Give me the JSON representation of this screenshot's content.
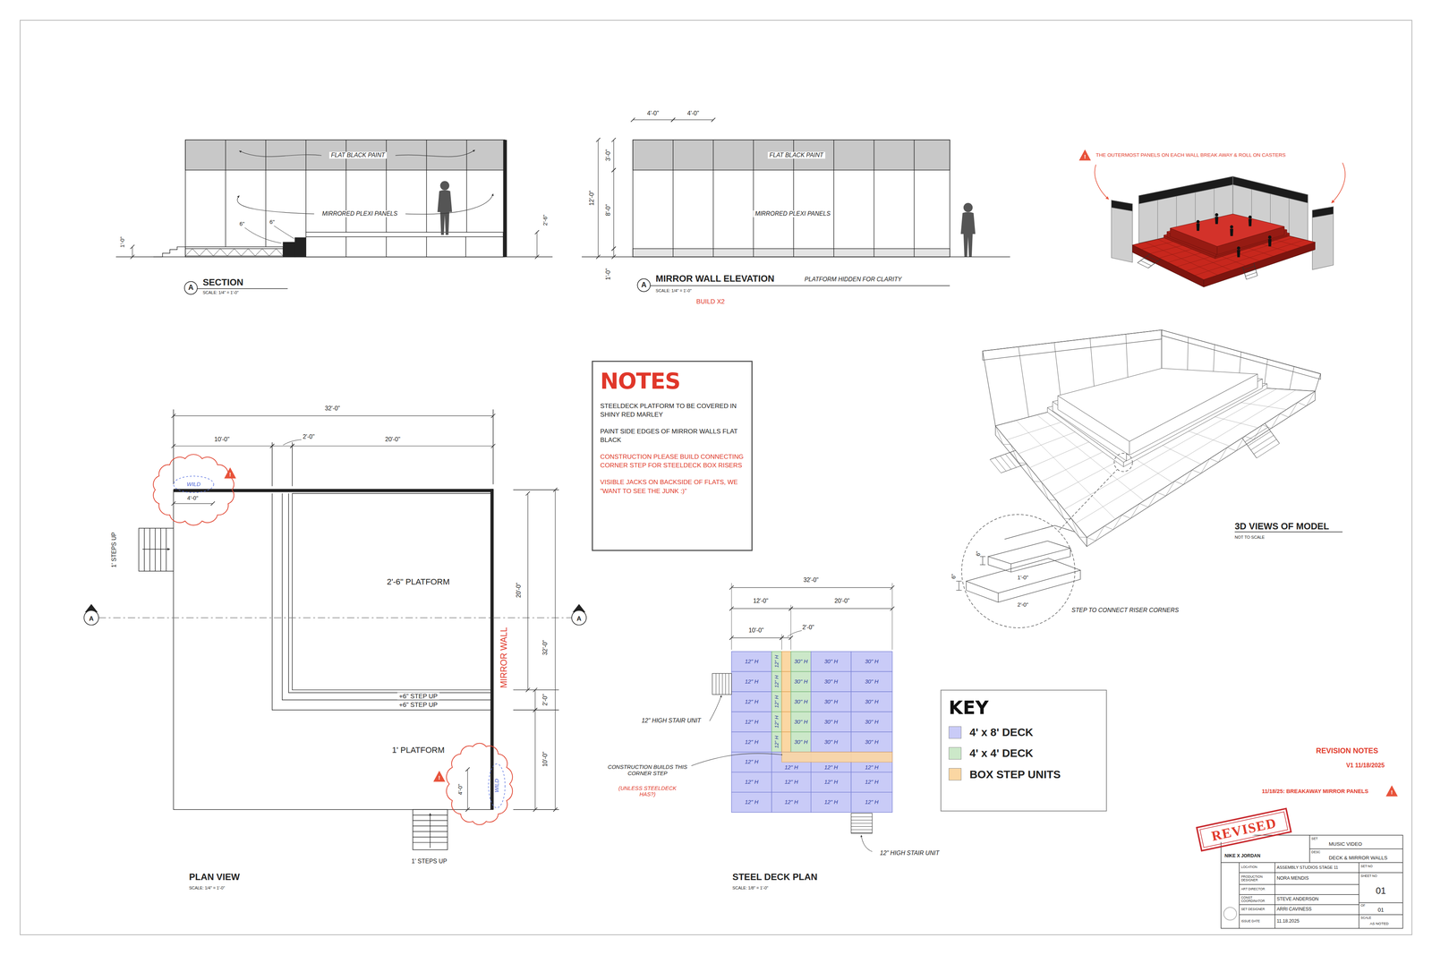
{
  "diagram": {
    "nodes": [
      {
        "text": [
          "NOTES",
          "STEELDECK PLATFORM TO BE COVERED IN SHINY RED MARLEY",
          "PAINT SIDE EDGES OF MIRROR WALLS FLAT BLACK",
          "CONSTRUCTION PLEASE BUILD CONNECTING CORNER STEP FOR STEELDECK BOX RISERS",
          "VISIBLE JACKS ON BACKSIDE OF FLATS, WE \"WANT TO SEE THE JUNK :)\""
        ]
      },
      {
        "text": [
          "KEY"
        ]
      }
    ],
    "labels": [
      "FLAT BLACK PAINT",
      "MIRRORED PLEXI PANELS",
      "1'-0\"",
      "6\"",
      "6\"",
      "2'-6\"",
      "A",
      "SECTION",
      "SCALE: 1/4\" = 1'-0\"",
      "4'-0\"",
      "4'-0\"",
      "3'-0\"",
      "12'-0\"",
      "8'-0\"",
      "1'-0\"",
      "FLAT BLACK PAINT",
      "MIRRORED PLEXI PANELS",
      "A",
      "MIRROR WALL ELEVATION",
      "PLATFORM HIDDEN FOR CLARITY",
      "SCALE: 1/4\" = 1'-0\"",
      "BUILD X2",
      "!",
      "THE OUTERMOST PANELS ON EACH WALL BREAK AWAY & ROLL ON CASTERS",
      "6\"",
      "1'-0\"",
      "6\"",
      "2'-0\"",
      "STEP TO CONNECT RISER CORNERS",
      "3D VIEWS OF MODEL",
      "NOT TO SCALE",
      "32'-0\"",
      "10'-0\"",
      "2'-0\"",
      "20'-0\"",
      "!",
      "WILD",
      "4'-0\"",
      "1' STEPS UP",
      "2'-6\" PLATFORM",
      "20'-0\"",
      "32'-0\"",
      "MIRROR WALL",
      "2'-0\"",
      "10'-0\"",
      "A",
      "A",
      "+6\" STEP UP",
      "+6\" STEP UP",
      "1' PLATFORM",
      "!",
      "4'-0\"",
      "WILD",
      "1' STEPS UP",
      "PLAN VIEW",
      "SCALE: 1/4\" = 1'-0\"",
      "32'-0\"",
      "12'-0\"",
      "20'-0\"",
      "10'-0\"",
      "2'-0\"",
      "12\" HIGH STAIR UNIT",
      "CONSTRUCTION BUILDS THIS CORNER STEP",
      "(UNLESS STEELDECK HAS?)",
      "12\" HIGH STAIR UNIT",
      "STEEL DECK PLAN",
      "SCALE: 1/8\" = 1'-0\"",
      "12\" H",
      "12\" H",
      "30\" H",
      "30\" H",
      "30\" H",
      "12\" H",
      "12\" H",
      "30\" H",
      "30\" H",
      "30\" H",
      "12\" H",
      "12\" H",
      "30\" H",
      "30\" H",
      "30\" H",
      "12\" H",
      "12\" H",
      "30\" H",
      "30\" H",
      "30\" H",
      "12\" H",
      "12\" H",
      "30\" H",
      "30\" H",
      "30\" H",
      "12\" H",
      "12\" H",
      "12\" H",
      "12\" H",
      "12\" H",
      "12\" H",
      "12\" H",
      "12\" H",
      "12\" H",
      "12\" H",
      "12\" H",
      "12\" H",
      "REVISION NOTES",
      "V1 11/18/2025",
      "11/18/25: BREAKAWAY MIRROR PANELS",
      "!",
      "REVISED",
      "SET",
      "MUSIC VIDEO",
      "NIKE X JORDAN",
      "DESC",
      "DECK & MIRROR WALLS",
      "LOCATION",
      "ASSEMBLY STUDIOS STAGE 11",
      "SET NO",
      "PRODUCTION DESIGNER",
      "NORA MENDIS",
      "SHEET NO",
      "01",
      "ART DIRECTOR",
      "CONST COORDINATOR",
      "STEVE ANDERSON",
      "SET DESIGNER",
      "ARRI CAVINESS",
      "OF",
      "01",
      "ISSUE DATE",
      "11.18.2025",
      "SCALE",
      "AS NOTED"
    ],
    "legend": [
      {
        "text": "4' x 8' DECK",
        "color": "#c9cbf7"
      },
      {
        "text": "4' x 4' DECK",
        "color": "#cce8c9"
      },
      {
        "text": "BOX STEP UNITS",
        "color": "#fbd7a3"
      }
    ]
  }
}
